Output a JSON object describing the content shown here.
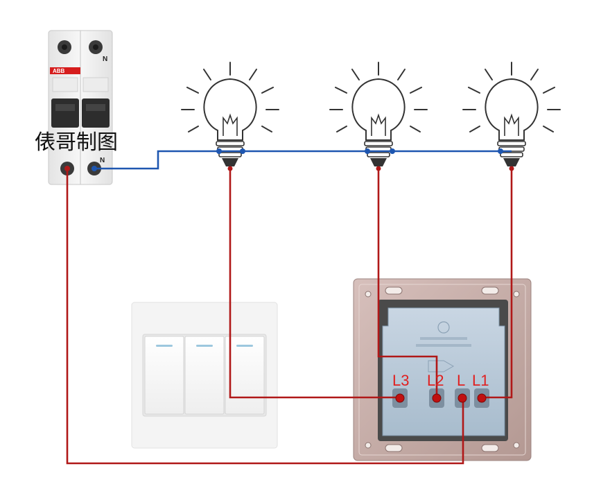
{
  "watermark": "俵哥制图",
  "breaker": {
    "brand": "ABB",
    "neutral_label_top": "N",
    "neutral_label_bottom": "N"
  },
  "terminals": {
    "L3": "L3",
    "L2": "L2",
    "L": "L",
    "L1": "L1"
  },
  "colors": {
    "live_wire": "#b01818",
    "neutral_wire": "#1e56b0",
    "terminal_label": "#e02020"
  },
  "icons": {
    "bulb_1": "light-bulb-icon",
    "bulb_2": "light-bulb-icon",
    "bulb_3": "light-bulb-icon"
  }
}
